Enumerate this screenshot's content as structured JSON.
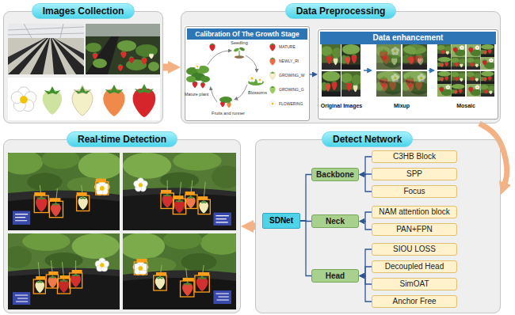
{
  "diagram": {
    "nodes": [
      {
        "text": [
          "Images Collection"
        ]
      },
      {
        "text": [
          "Data Preprocessing"
        ]
      },
      {
        "text": [
          "Calibration Of The Growth Stage"
        ],
        "in": 1
      },
      {
        "text": [
          "Data enhancement"
        ],
        "in": 1
      },
      {
        "text": [
          "Real-time Detection"
        ]
      },
      {
        "text": [
          "Detect Network"
        ]
      },
      {
        "text": [
          "SDNet"
        ],
        "in": 5
      },
      {
        "text": [
          "Backbone"
        ],
        "in": 5
      },
      {
        "text": [
          "C3HB Block"
        ],
        "in": 5
      },
      {
        "text": [
          "SPP"
        ],
        "in": 5
      },
      {
        "text": [
          "Focus"
        ],
        "in": 5
      },
      {
        "text": [
          "Neck"
        ],
        "in": 5
      },
      {
        "text": [
          "NAM attention block"
        ],
        "in": 5
      },
      {
        "text": [
          "PAN+FPN"
        ],
        "in": 5
      },
      {
        "text": [
          "Head"
        ],
        "in": 5
      },
      {
        "text": [
          "SIOU LOSS"
        ],
        "in": 5
      },
      {
        "text": [
          "Decoupled Head"
        ],
        "in": 5
      },
      {
        "text": [
          "SimOAT"
        ],
        "in": 5
      },
      {
        "text": [
          "Anchor Free"
        ],
        "in": 5
      }
    ],
    "edges": [
      {
        "from": 0,
        "to": 1,
        "arrow": "to"
      },
      {
        "from": 2,
        "to": 3,
        "arrow": "to"
      },
      {
        "from": 1,
        "to": 5,
        "arrow": "to"
      },
      {
        "from": 5,
        "to": 4,
        "arrow": "to"
      },
      {
        "from": 6,
        "to": 7,
        "arrow": "none"
      },
      {
        "from": 6,
        "to": 11,
        "arrow": "none"
      },
      {
        "from": 6,
        "to": 14,
        "arrow": "none"
      },
      {
        "from": 8,
        "to": 7,
        "arrow": "to"
      },
      {
        "from": 9,
        "to": 7,
        "arrow": "to"
      },
      {
        "from": 10,
        "to": 7,
        "arrow": "to"
      },
      {
        "from": 12,
        "to": 11,
        "arrow": "to"
      },
      {
        "from": 13,
        "to": 11,
        "arrow": "to"
      },
      {
        "from": 15,
        "to": 14,
        "arrow": "to"
      },
      {
        "from": 16,
        "to": 14,
        "arrow": "to"
      },
      {
        "from": 17,
        "to": 14,
        "arrow": "to"
      },
      {
        "from": 18,
        "to": 14,
        "arrow": "to"
      }
    ],
    "labels": [
      "Seedling",
      "Mature plant",
      "Blossoms",
      "Fruits and runner",
      "MATURE",
      "NEWLY_RI",
      "GROWING_W",
      "GROWING_G",
      "FLOWERING",
      "Original Images",
      "Mixup",
      "Mosaic"
    ]
  }
}
